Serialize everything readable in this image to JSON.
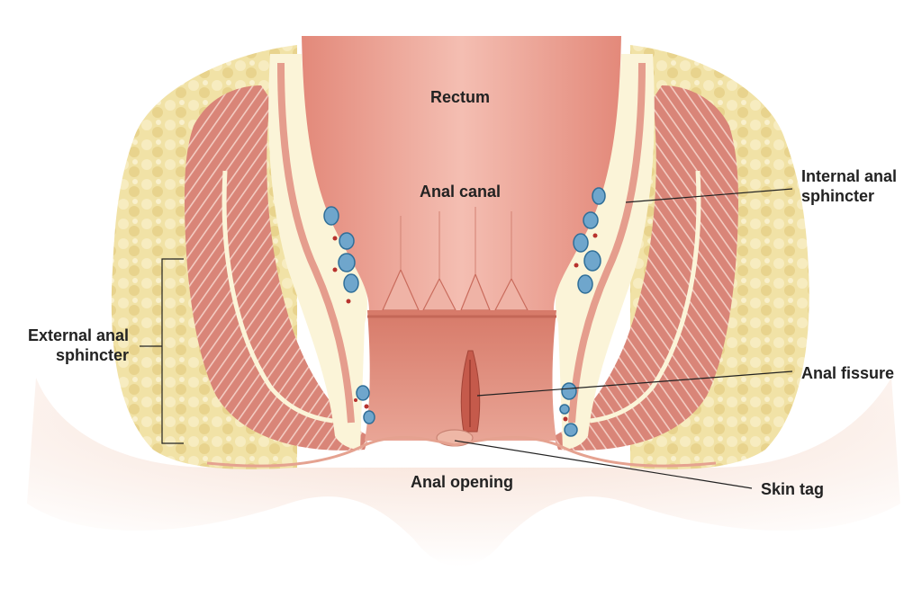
{
  "labels": {
    "rectum": "Rectum",
    "anal_canal": "Anal canal",
    "internal_sphincter": [
      "Internal anal",
      "sphincter"
    ],
    "external_sphincter": [
      "External anal",
      "sphincter"
    ],
    "anal_fissure": "Anal fissure",
    "anal_opening": "Anal opening",
    "skin_tag": "Skin tag"
  },
  "colors": {
    "fat": "#f1e2a6",
    "fat_dark": "#e3cc80",
    "muscle": "#d98578",
    "muscle_stripe": "#f3ccc2",
    "lining": "#fbf4d8",
    "rectum": "#e89a8c",
    "rectum_light": "#f4beb2",
    "canal_lower": "#dc8473",
    "skin": "#f3d2c4",
    "vein": "#6fa6cc",
    "vein_edge": "#2f6e98",
    "artery": "#b8322e",
    "leader_line": "#222222"
  }
}
